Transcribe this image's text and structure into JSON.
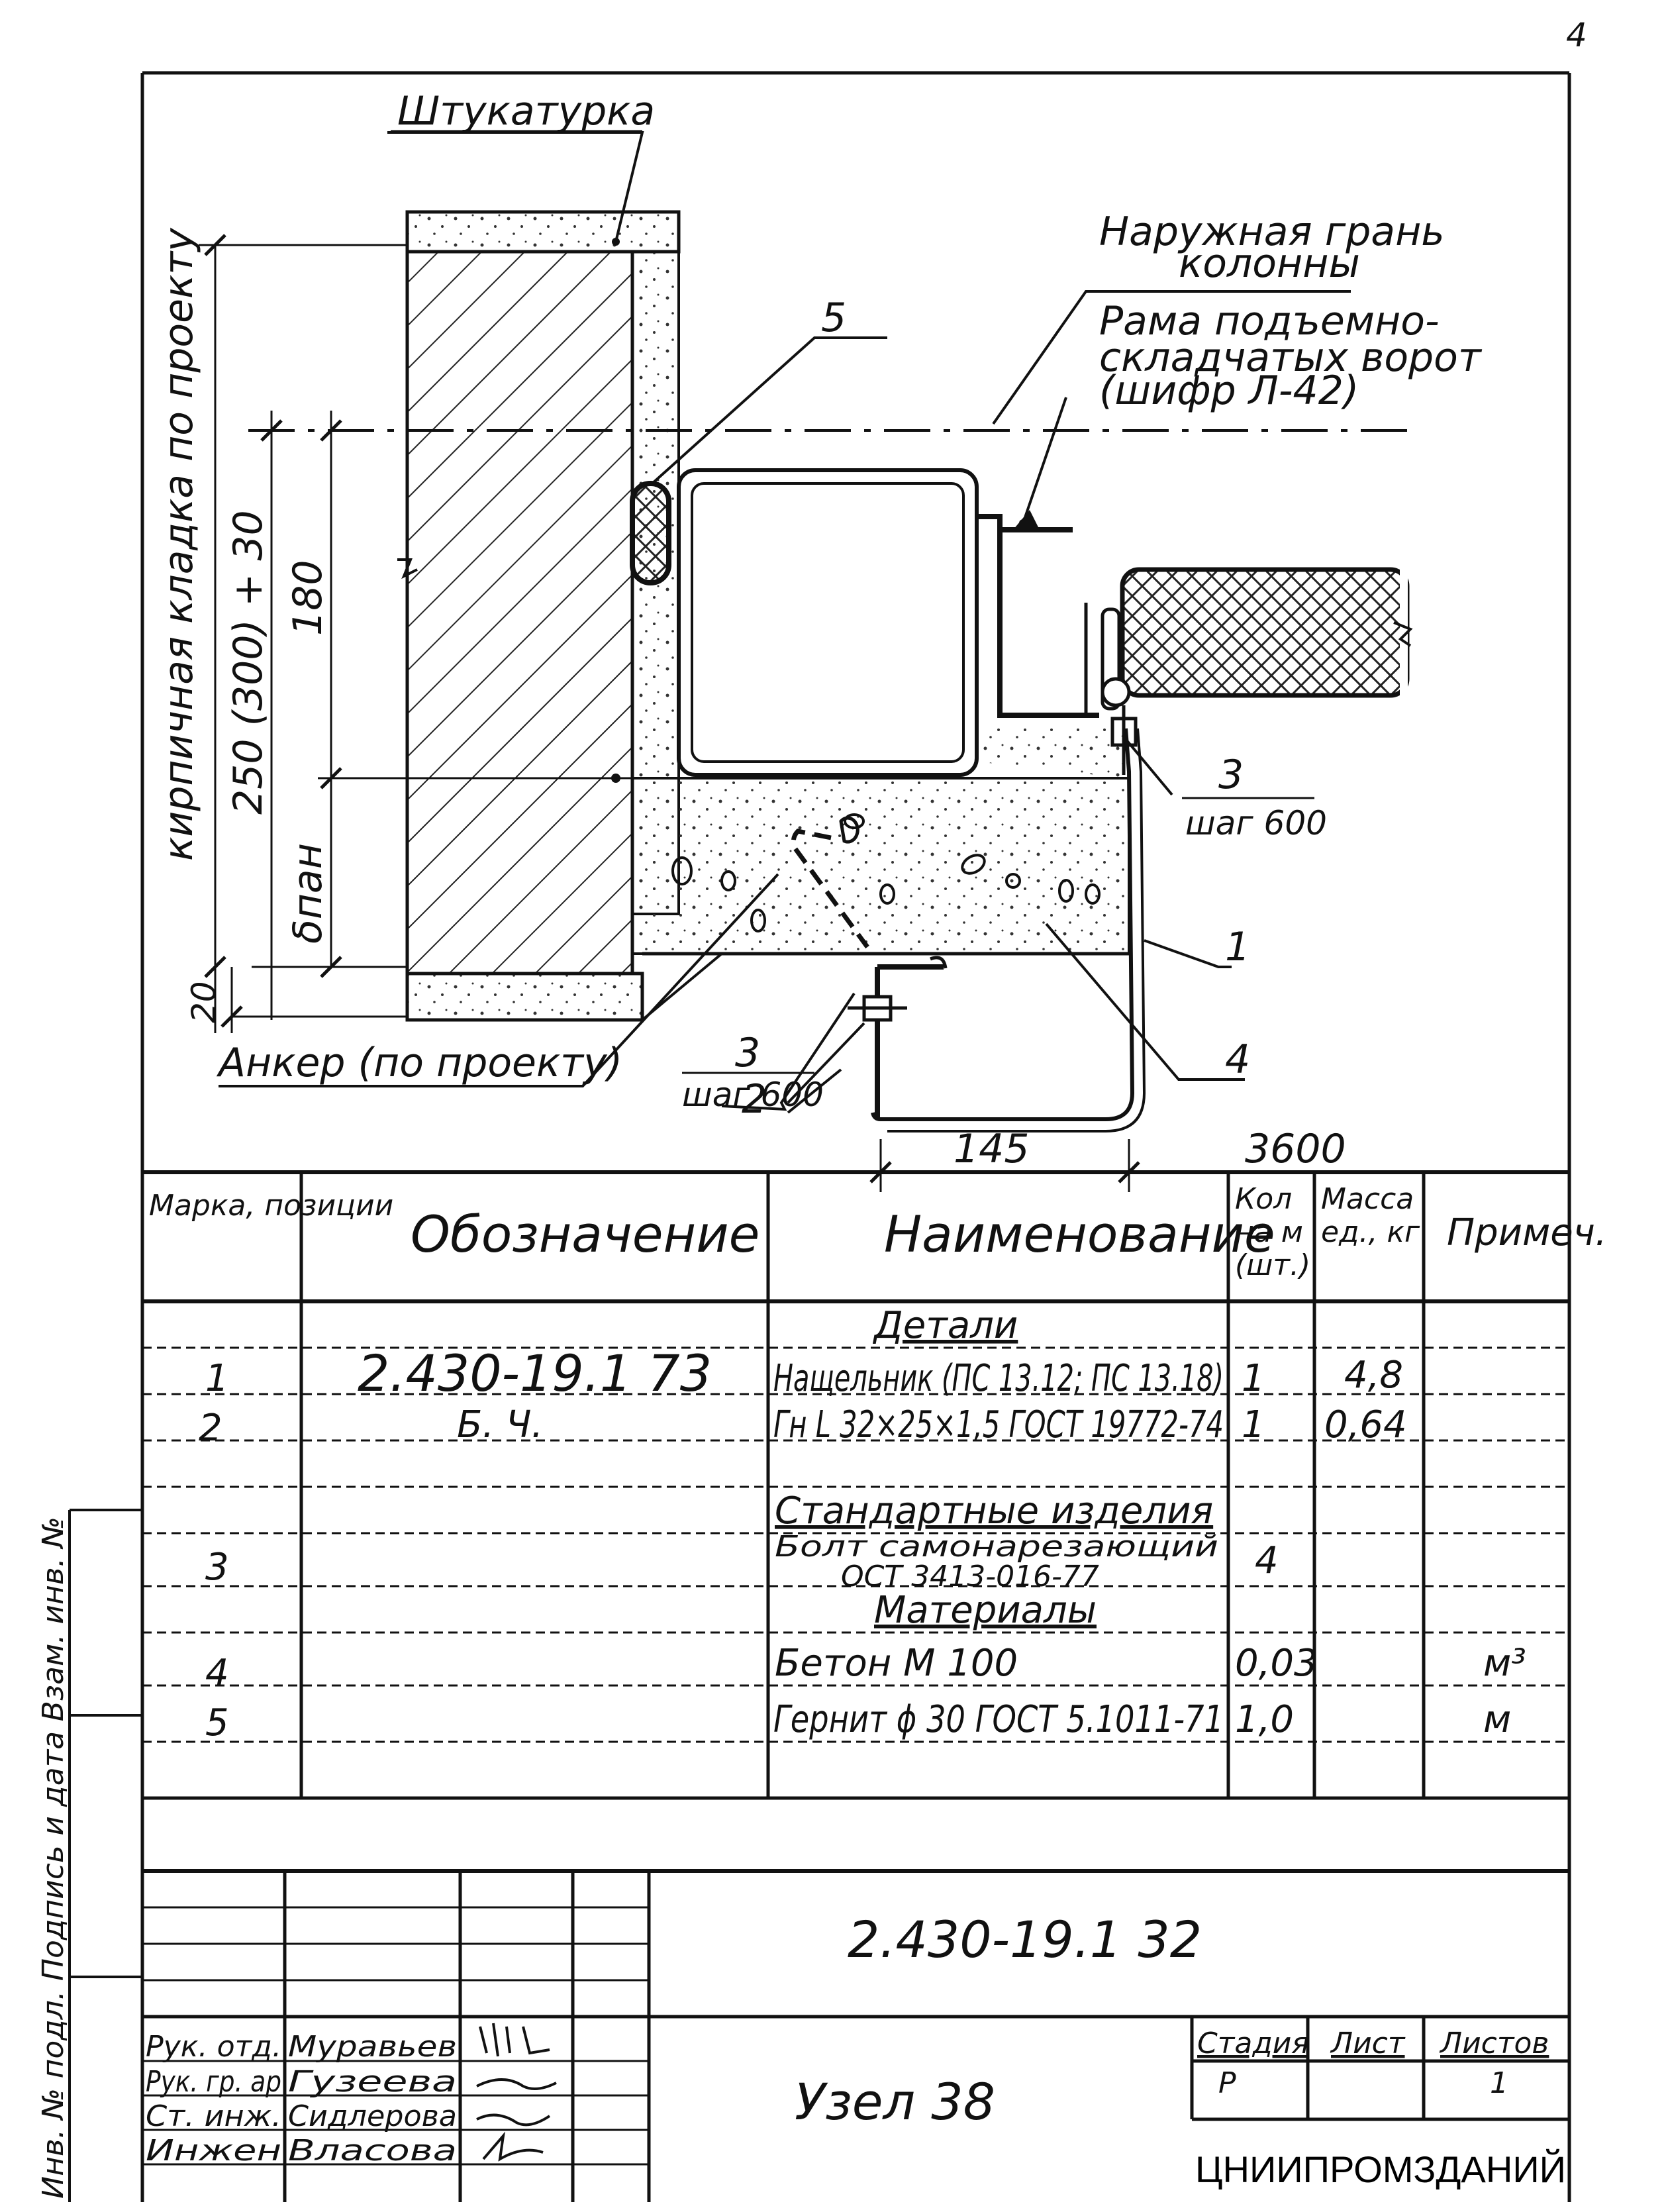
{
  "page_number": "4",
  "drawing": {
    "labels": {
      "plaster": "Штукатурка",
      "outer_face_1": "Наружная грань",
      "outer_face_2": "колонны",
      "frame_1": "Рама подъемно-",
      "frame_2": "складчатых ворот",
      "frame_3": "(шифр Л-42)",
      "anchor": "Анкер (по проекту)",
      "masonry": "кирпичная кладка по проекту",
      "pos_5": "5",
      "pos_3_right": "3",
      "step_right": "шаг 600",
      "pos_1": "1",
      "pos_4": "4",
      "pos_3_bottom": "3",
      "step_bottom": "шаг 600",
      "pos_2": "2"
    },
    "dimensions": {
      "wall": "250 (300) + 30",
      "d180": "180",
      "dpan": "δпан",
      "d20": "20",
      "d145": "145",
      "d3600": "3600"
    }
  },
  "spec_table": {
    "headers": {
      "mark": "Марка, позиции",
      "designation": "Обозначение",
      "name": "Наименование",
      "qty_1": "Кол",
      "qty_2": "на м",
      "qty_3": "(шт.)",
      "mass_1": "Масса",
      "mass_2": "ед., кг",
      "note": "Примеч."
    },
    "sections": {
      "details": "Детали",
      "standard": "Стандартные изделия",
      "materials": "Материалы"
    },
    "rows": [
      {
        "mark": "1",
        "designation": "2.430-19.1 73",
        "name": "Нащельник (ПС 13.12; ПС 13.18)",
        "qty": "1",
        "mass": "4,8",
        "note": ""
      },
      {
        "mark": "2",
        "designation": "Б. Ч.",
        "name": "Гн L 32×25×1,5 ГОСТ 19772-74",
        "qty": "1",
        "mass": "0,64",
        "note": ""
      },
      {
        "mark": "3",
        "designation": "",
        "name": "Болт самонарезающий",
        "name2": "ОСТ 3413-016-77",
        "qty": "4",
        "mass": "",
        "note": ""
      },
      {
        "mark": "4",
        "designation": "",
        "name": "Бетон М 100",
        "qty": "0,03",
        "mass": "",
        "note": "м³"
      },
      {
        "mark": "5",
        "designation": "",
        "name": "Гернит ϕ 30 ГОСТ 5.1011-71",
        "qty": "1,0",
        "mass": "",
        "note": "м"
      }
    ]
  },
  "title_block": {
    "doc_code": "2.430-19.1 32",
    "title": "Узел 38",
    "stage_label": "Стадия",
    "sheet_label": "Лист",
    "sheets_label": "Листов",
    "stage": "Р",
    "sheet": "",
    "sheets": "1",
    "org": "ЦНИИПРОМЗДАНИЙ",
    "signatures": [
      {
        "role": "Рук. отд.",
        "name": "Муравьев"
      },
      {
        "role": "Рук. гр. ар",
        "name": "Гузеева"
      },
      {
        "role": "Ст. инж.",
        "name": "Сидлерова"
      },
      {
        "role": "Инжен",
        "name": "Власова"
      }
    ]
  },
  "margin_stamp": "Инв. № подл.  Подпись и дата  Взам. инв. №"
}
